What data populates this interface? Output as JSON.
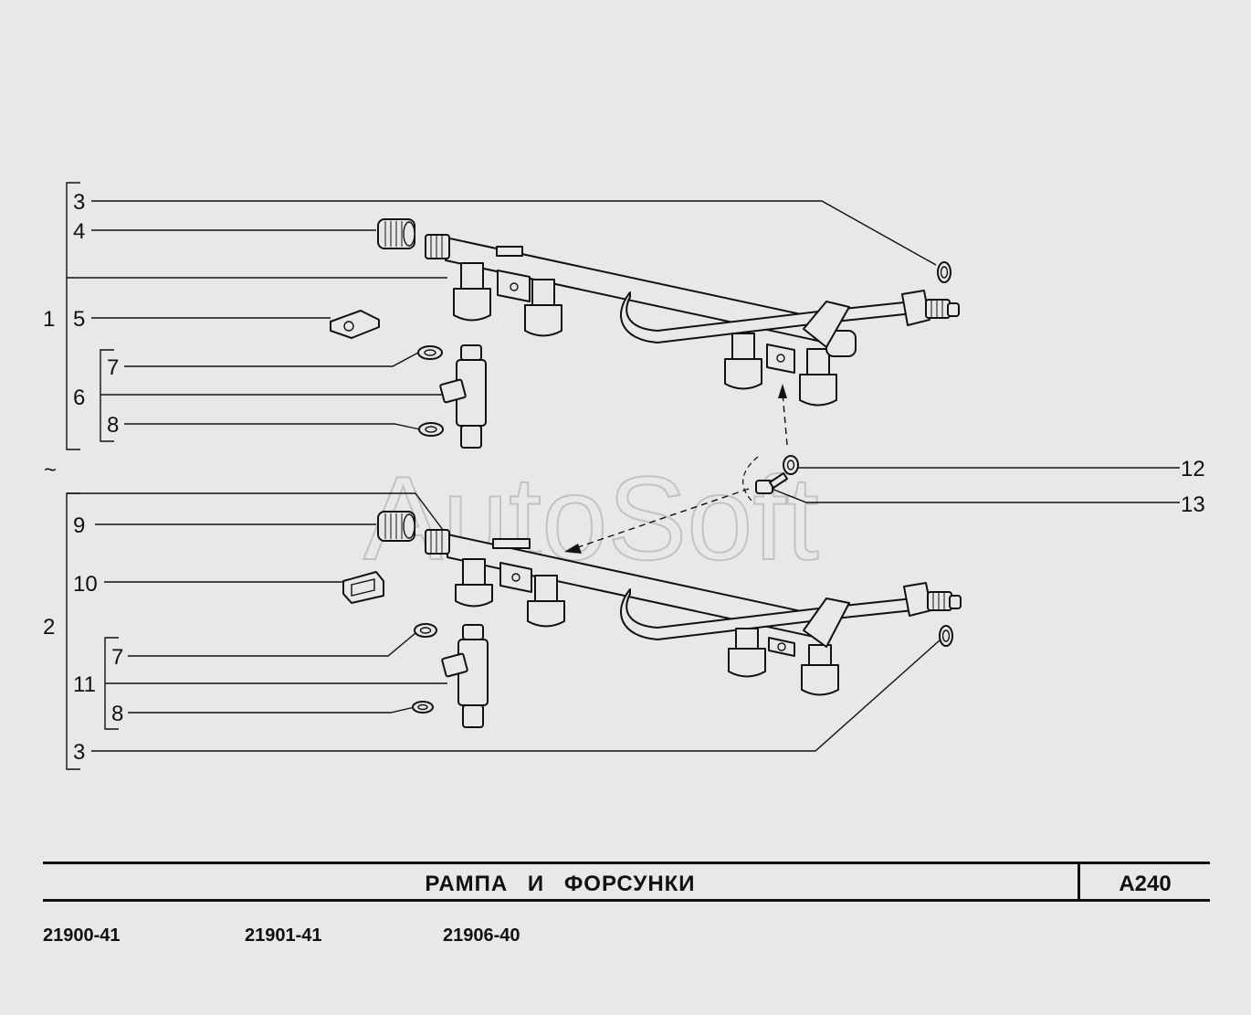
{
  "callouts": {
    "n1": "1",
    "n2": "2",
    "n3a": "3",
    "n3b": "3",
    "n4": "4",
    "n5": "5",
    "n6": "6",
    "n7a": "7",
    "n7b": "7",
    "n8a": "8",
    "n8b": "8",
    "n9": "9",
    "n10": "10",
    "n11": "11",
    "n12": "12",
    "n13": "13",
    "tilde": "~"
  },
  "watermark": "AutoSoft",
  "title_block": {
    "title": "РАМПА И ФОРСУНКИ",
    "sheet_code": "A240"
  },
  "models": [
    "21900-41",
    "21901-41",
    "21906-40"
  ]
}
